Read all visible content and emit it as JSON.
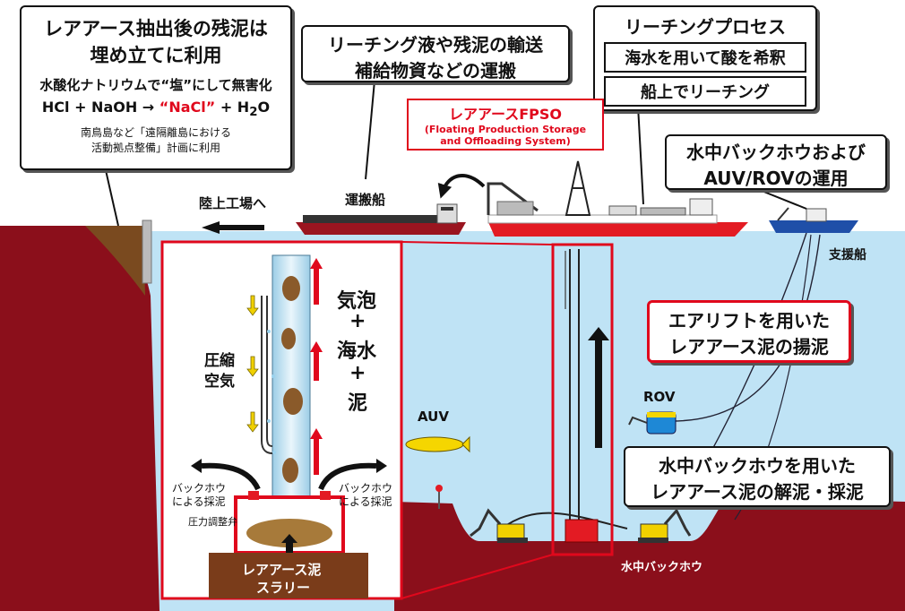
{
  "boxes": {
    "landfill": {
      "line1": "レアアース抽出後の残泥は",
      "line2": "埋め立てに利用",
      "sub": "水酸化ナトリウムで“塩”にして無害化",
      "eq_left": "HCl + NaOH →",
      "eq_nacl": "“NaCl”",
      "eq_right": "+ H",
      "eq_sub": "2",
      "eq_end": "O",
      "note1": "南鳥島など「遠隔離島における",
      "note2": "活動拠点整備」計画に利用"
    },
    "transport": {
      "line1": "リーチング液や残泥の輸送",
      "line2": "補給物資などの運搬"
    },
    "leaching": {
      "title": "リーチングプロセス",
      "item1": "海水を用いて酸を希釈",
      "item2": "船上でリーチング"
    },
    "backhoe_auv": {
      "line1": "水中バックホウおよび",
      "line2": "AUV/ROVの運用"
    },
    "fpso": {
      "title": "レアアースFPSO",
      "sub1": "(Floating Production Storage",
      "sub2": "and Offloading System)"
    },
    "airlift": {
      "line1": "エアリフトを用いた",
      "line2": "レアアース泥の揚泥"
    },
    "dredging": {
      "line1": "水中バックホウを用いた",
      "line2": "レアアース泥の解泥・採泥"
    }
  },
  "labels": {
    "to_factory": "陸上工場へ",
    "carrier": "運搬船",
    "support_ship": "支援船",
    "auv": "AUV",
    "rov": "ROV",
    "backhoe": "水中バックホウ",
    "compressed1": "圧縮",
    "compressed2": "空気",
    "mix1": "気泡",
    "plus1": "+",
    "mix2": "海水",
    "plus2": "+",
    "mix3": "泥",
    "bh_left1": "バックホウ",
    "bh_left2": "による採泥",
    "bh_right1": "バックホウ",
    "bh_right2": "による採泥",
    "valve": "圧力調整弁",
    "slurry1": "レアアース泥",
    "slurry2": "スラリー"
  },
  "colors": {
    "sea": "#bfe3f5",
    "seabed": "#8b0f1b",
    "accent_red": "#e0081c",
    "machine_yellow": "#f2d100"
  }
}
